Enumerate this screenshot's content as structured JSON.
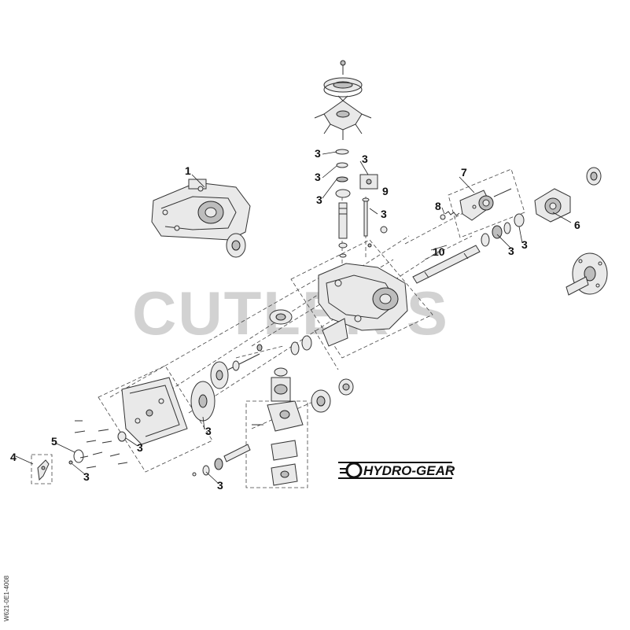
{
  "watermark": "CUTLER'S",
  "brand": {
    "name": "HYDRO-GEAR",
    "trademark": "®"
  },
  "side_code": "W621-0E1-4008",
  "callouts": [
    {
      "id": "c1",
      "label": "1"
    },
    {
      "id": "c3a",
      "label": "3"
    },
    {
      "id": "c3b",
      "label": "3"
    },
    {
      "id": "c3c",
      "label": "3"
    },
    {
      "id": "c3d",
      "label": "3"
    },
    {
      "id": "c9",
      "label": "9"
    },
    {
      "id": "c3e",
      "label": "3"
    },
    {
      "id": "c7",
      "label": "7"
    },
    {
      "id": "c8",
      "label": "8"
    },
    {
      "id": "c6",
      "label": "6"
    },
    {
      "id": "c10",
      "label": "10"
    },
    {
      "id": "c3f",
      "label": "3"
    },
    {
      "id": "c3g",
      "label": "3"
    },
    {
      "id": "c3h",
      "label": "3"
    },
    {
      "id": "c3i",
      "label": "3"
    },
    {
      "id": "c5",
      "label": "5"
    },
    {
      "id": "c4",
      "label": "4"
    },
    {
      "id": "c3j",
      "label": "3"
    },
    {
      "id": "c3k",
      "label": "3"
    }
  ]
}
